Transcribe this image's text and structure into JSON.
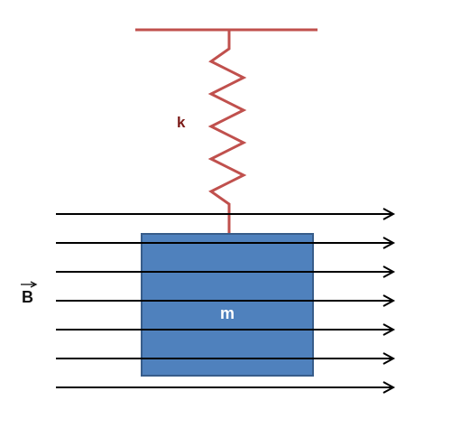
{
  "diagram": {
    "spring_label": "k",
    "mass_label": "m",
    "field_label": "B",
    "field_line_count": 7
  },
  "colors": {
    "ceiling": "#c0504d",
    "spring": "#c0504d",
    "spring_label": "#7b1a17",
    "mass_fill": "#4f81bd",
    "mass_stroke": "#385d8a",
    "field_lines": "#000000",
    "background": "#ffffff"
  },
  "icons": {
    "field_vector": "right-arrow-overline"
  }
}
